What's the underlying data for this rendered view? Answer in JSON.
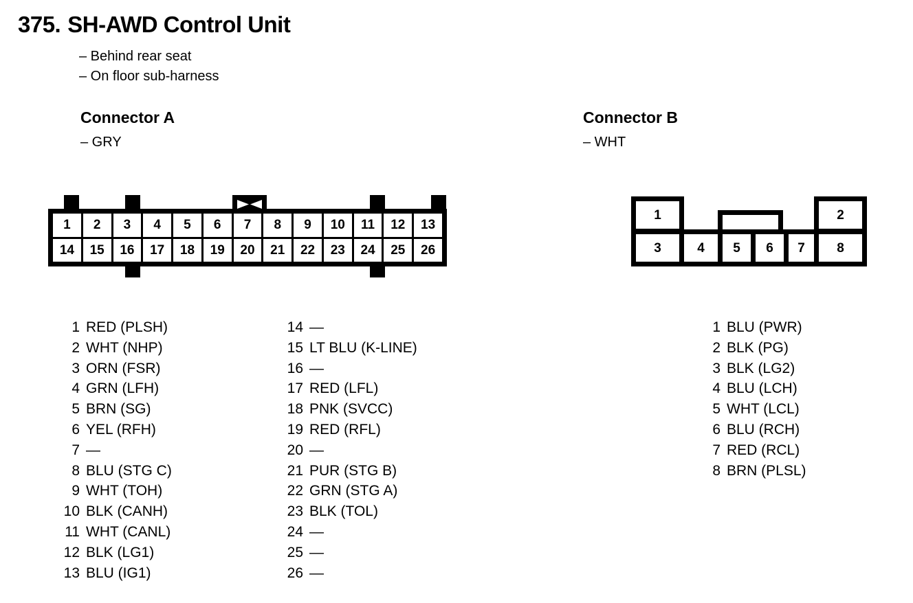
{
  "page": {
    "number": "375.",
    "title": "SH-AWD Control Unit",
    "notes": [
      "– Behind rear seat",
      "– On floor sub-harness"
    ]
  },
  "connector_a": {
    "heading": "Connector A",
    "color_note": "– GRY",
    "color_code": "GRY",
    "pin_count": 26,
    "diagram": {
      "top_row": [
        "1",
        "2",
        "3",
        "4",
        "5",
        "6",
        "7",
        "8",
        "9",
        "10",
        "11",
        "12",
        "13"
      ],
      "bottom_row": [
        "14",
        "15",
        "16",
        "17",
        "18",
        "19",
        "20",
        "21",
        "22",
        "23",
        "24",
        "25",
        "26"
      ],
      "latch_above_pin": "7",
      "tabs_top_above_pins": [
        "1",
        "3",
        "11",
        "13"
      ],
      "tabs_bottom_below_pins": [
        "16",
        "24"
      ]
    },
    "pins_column_1": [
      {
        "no": "1",
        "desc": "RED (PLSH)"
      },
      {
        "no": "2",
        "desc": "WHT (NHP)"
      },
      {
        "no": "3",
        "desc": "ORN (FSR)"
      },
      {
        "no": "4",
        "desc": "GRN (LFH)"
      },
      {
        "no": "5",
        "desc": "BRN (SG)"
      },
      {
        "no": "6",
        "desc": "YEL (RFH)"
      },
      {
        "no": "7",
        "desc": "—"
      },
      {
        "no": "8",
        "desc": "BLU (STG C)"
      },
      {
        "no": "9",
        "desc": "WHT (TOH)"
      },
      {
        "no": "10",
        "desc": "BLK (CANH)"
      },
      {
        "no": "11",
        "desc": "WHT (CANL)"
      },
      {
        "no": "12",
        "desc": "BLK (LG1)"
      },
      {
        "no": "13",
        "desc": "BLU (IG1)"
      }
    ],
    "pins_column_2": [
      {
        "no": "14",
        "desc": "—"
      },
      {
        "no": "15",
        "desc": "LT BLU (K-LINE)"
      },
      {
        "no": "16",
        "desc": "—"
      },
      {
        "no": "17",
        "desc": "RED (LFL)"
      },
      {
        "no": "18",
        "desc": "PNK (SVCC)"
      },
      {
        "no": "19",
        "desc": "RED (RFL)"
      },
      {
        "no": "20",
        "desc": "—"
      },
      {
        "no": "21",
        "desc": "PUR (STG B)"
      },
      {
        "no": "22",
        "desc": "GRN (STG A)"
      },
      {
        "no": "23",
        "desc": "BLK (TOL)"
      },
      {
        "no": "24",
        "desc": "—"
      },
      {
        "no": "25",
        "desc": "—"
      },
      {
        "no": "26",
        "desc": "—"
      }
    ]
  },
  "connector_b": {
    "heading": "Connector B",
    "color_note": "– WHT",
    "color_code": "WHT",
    "pin_count": 8,
    "diagram": {
      "top_row": [
        "1",
        "2"
      ],
      "bottom_row": [
        "3",
        "4",
        "5",
        "6",
        "7",
        "8"
      ],
      "notch_above_pins": [
        "5",
        "6"
      ]
    },
    "pins": [
      {
        "no": "1",
        "desc": "BLU (PWR)"
      },
      {
        "no": "2",
        "desc": "BLK (PG)"
      },
      {
        "no": "3",
        "desc": "BLK (LG2)"
      },
      {
        "no": "4",
        "desc": "BLU (LCH)"
      },
      {
        "no": "5",
        "desc": "WHT (LCL)"
      },
      {
        "no": "6",
        "desc": "BLU (RCH)"
      },
      {
        "no": "7",
        "desc": "RED (RCL)"
      },
      {
        "no": "8",
        "desc": "BRN (PLSL)"
      }
    ]
  },
  "colors": {
    "ink": "#000000",
    "paper": "#ffffff"
  }
}
